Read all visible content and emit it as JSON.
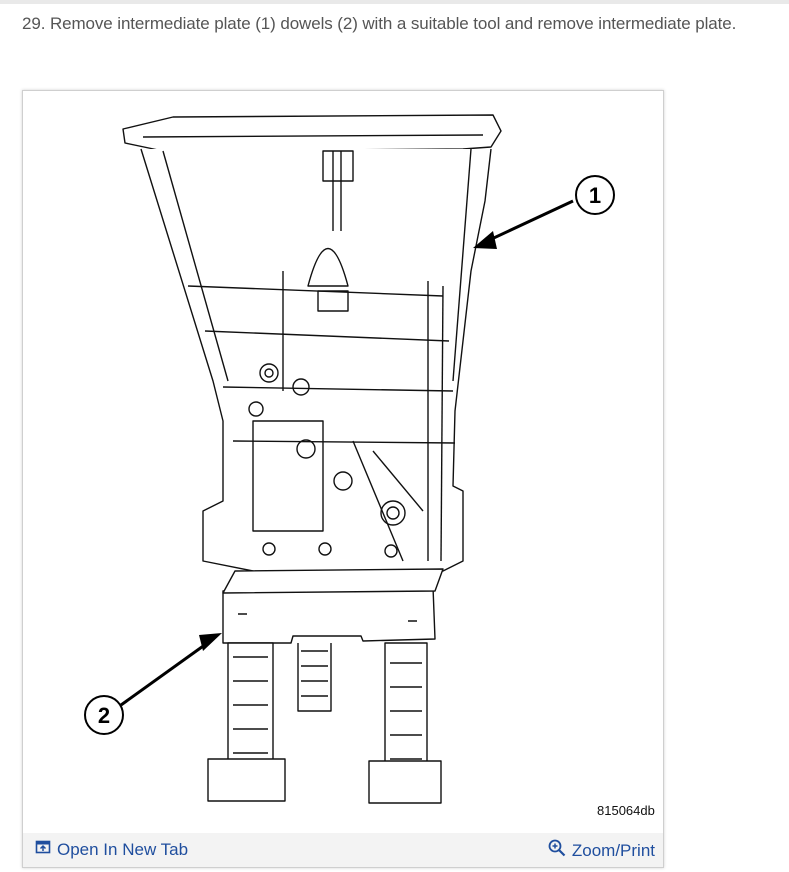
{
  "step": {
    "text": "29. Remove intermediate plate (1) dowels (2) with a suitable tool and remove intermediate plate."
  },
  "figure": {
    "callouts": [
      {
        "number": "1"
      },
      {
        "number": "2"
      }
    ],
    "figure_id": "815064db",
    "open_tab_label": "Open In New Tab",
    "zoom_print_label": "Zoom/Print",
    "link_color": "#1f4e9e"
  },
  "icons": {
    "open": "open-in-new-tab-icon",
    "zoom": "zoom-magnifier-icon"
  }
}
